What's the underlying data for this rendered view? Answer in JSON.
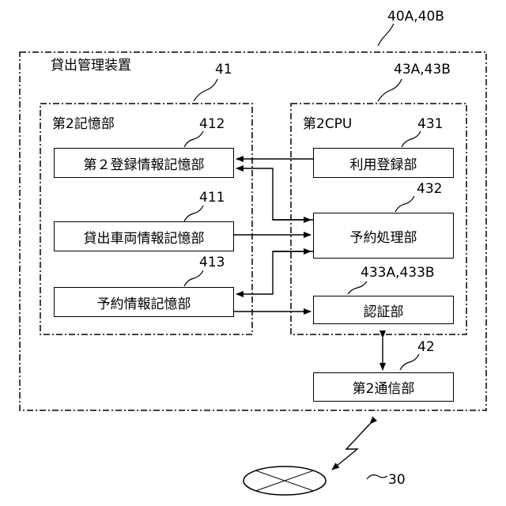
{
  "labels": {
    "ref_device": "40A,40B",
    "device_title": "貸出管理装置",
    "ref_memory": "41",
    "memory_title": "第2記憶部",
    "ref_cpu": "43A,43B",
    "cpu_title": "第2CPU",
    "ref_reg_store": "412",
    "reg_store": "第２登録情報記憶部",
    "ref_vehicle_store": "411",
    "vehicle_store": "貸出車両情報記憶部",
    "ref_reserve_store": "413",
    "reserve_store": "予約情報記憶部",
    "ref_usage_reg": "431",
    "usage_reg": "利用登録部",
    "ref_reserve_proc": "432",
    "reserve_proc": "予約処理部",
    "ref_auth": "433A,433B",
    "auth": "認証部",
    "ref_comm": "42",
    "comm": "第2通信部",
    "ref_network": "30"
  }
}
